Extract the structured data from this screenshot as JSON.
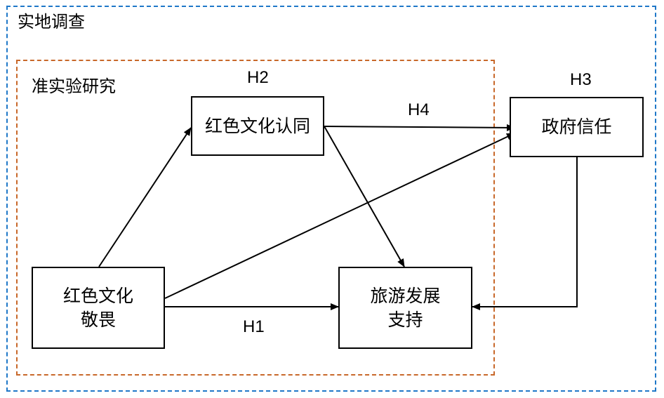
{
  "frames": {
    "outer_label": "实地调查",
    "inner_label": "准实验研究",
    "outer_color": "#1f78c8",
    "inner_color": "#c8682a"
  },
  "nodes": {
    "identity": "红色文化认同",
    "trust": "政府信任",
    "awe_line1": "红色文化",
    "awe_line2": "敬畏",
    "support_line1": "旅游发展",
    "support_line2": "支持"
  },
  "hypotheses": {
    "h1": "H1",
    "h2": "H2",
    "h3": "H3",
    "h4": "H4"
  },
  "edges": [
    {
      "from": "红色文化敬畏",
      "to": "红色文化认同"
    },
    {
      "from": "红色文化敬畏",
      "to": "旅游发展支持"
    },
    {
      "from": "红色文化敬畏",
      "to": "政府信任"
    },
    {
      "from": "红色文化认同",
      "to": "政府信任"
    },
    {
      "from": "红色文化认同",
      "to": "旅游发展支持"
    },
    {
      "from": "政府信任",
      "to": "旅游发展支持"
    }
  ]
}
